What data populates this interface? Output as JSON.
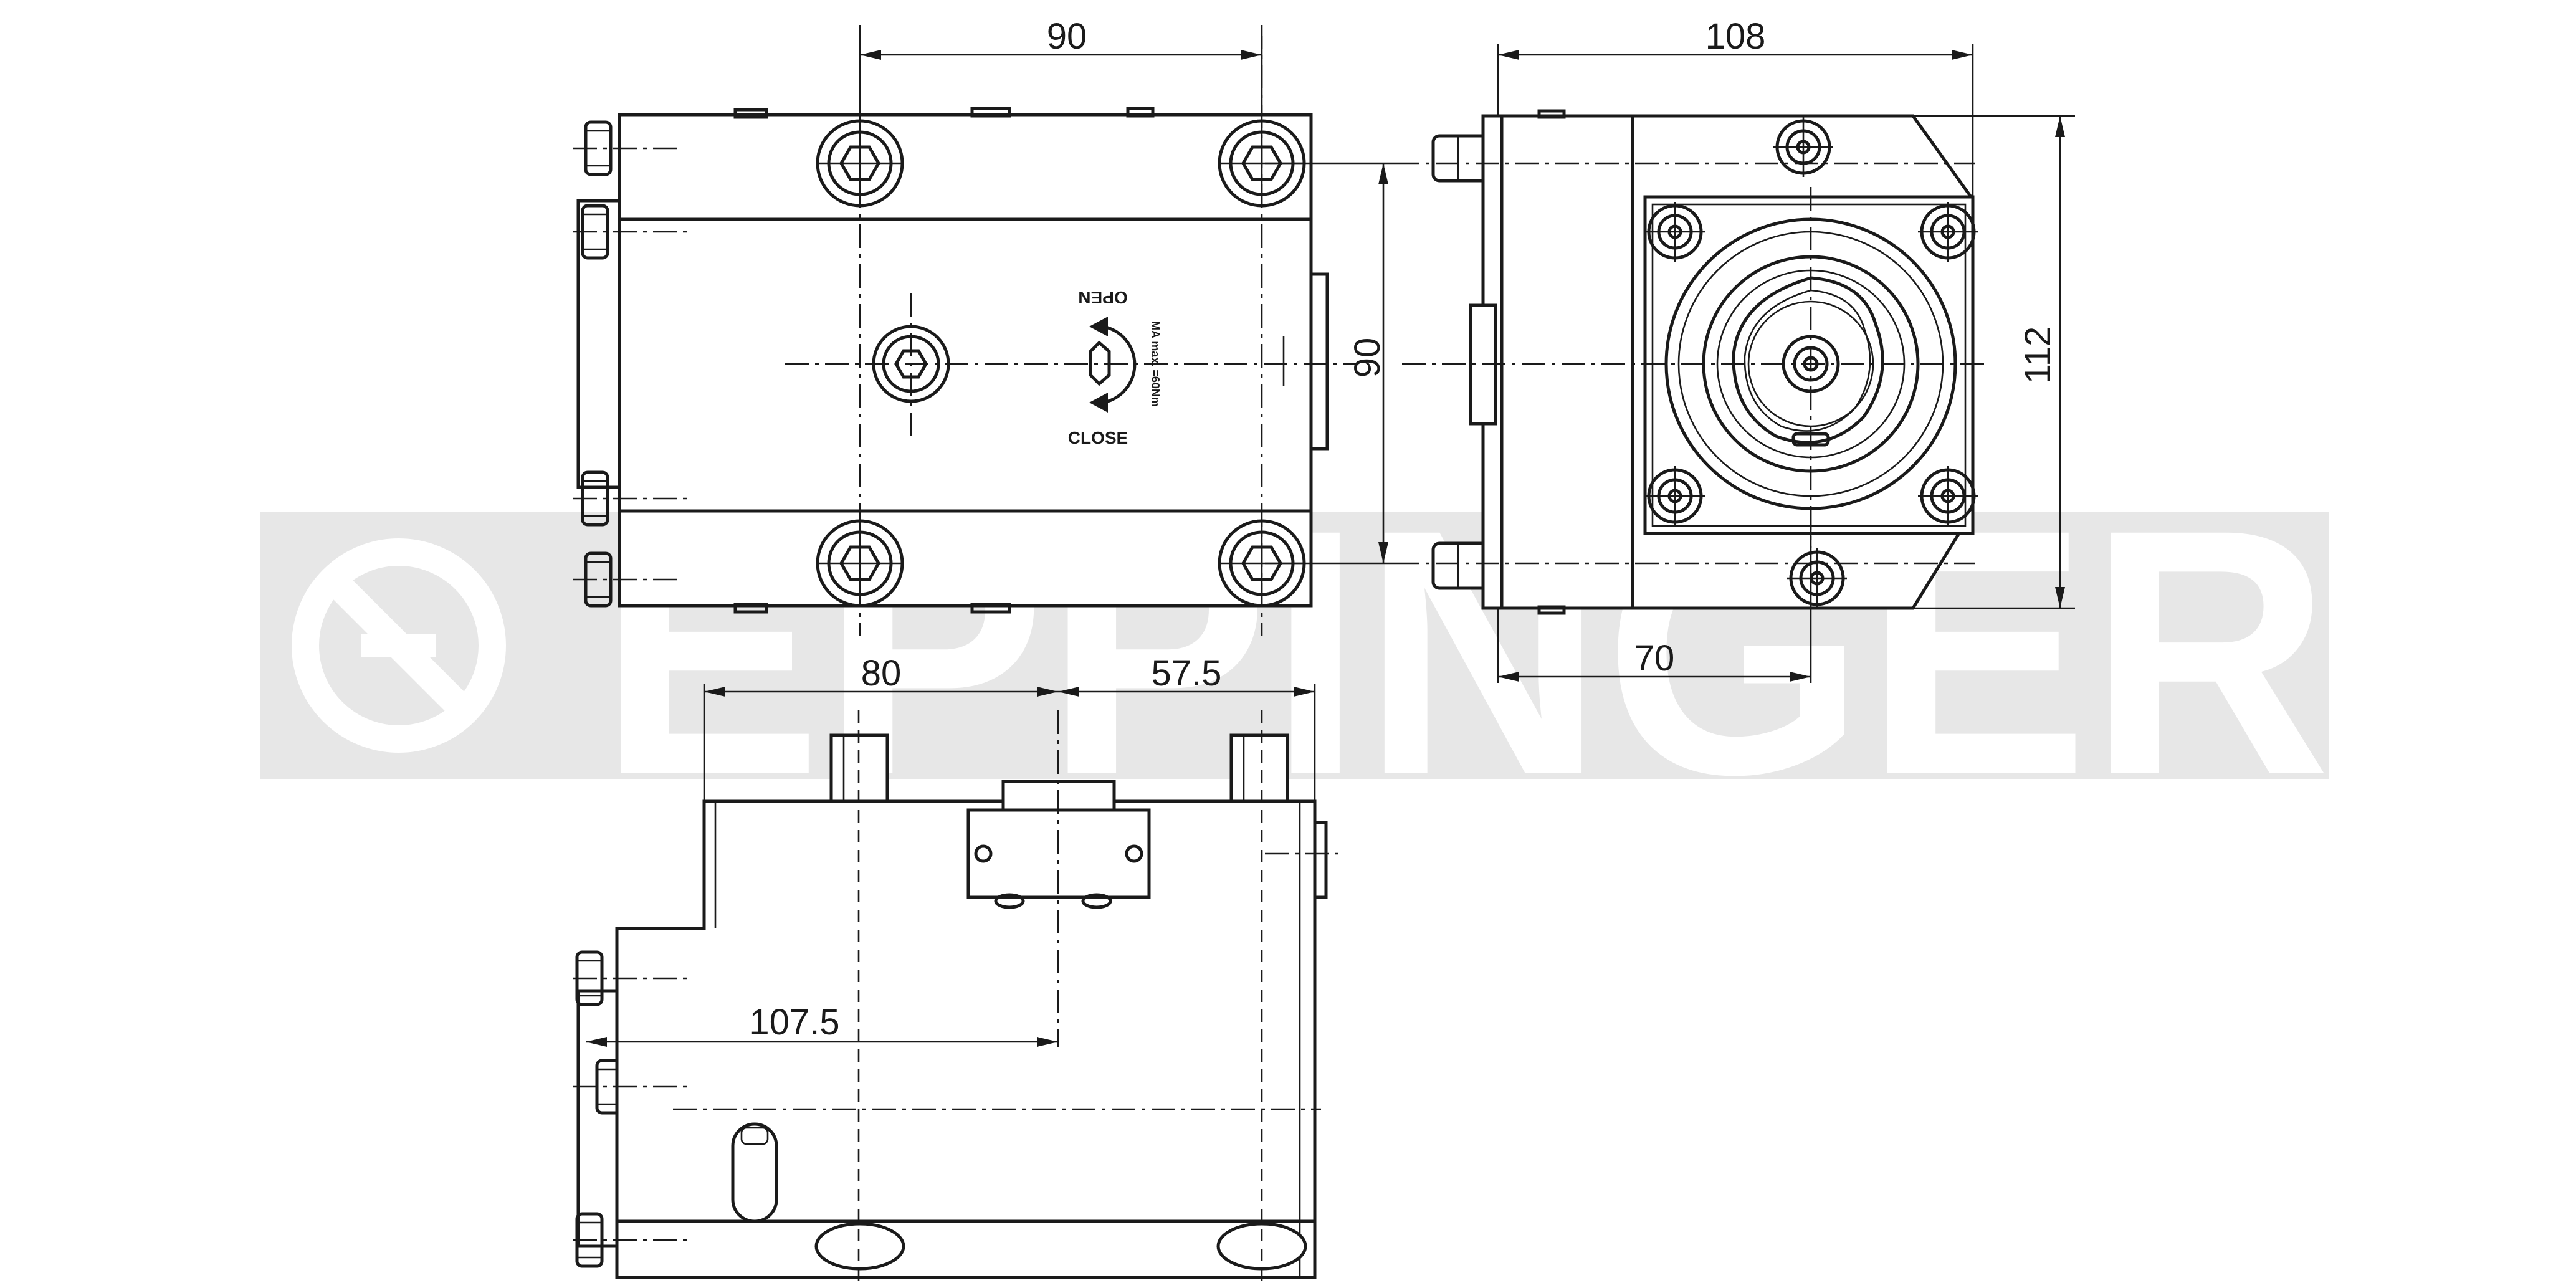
{
  "watermark": {
    "text": "EPPINGER",
    "color": "#d9d9d9"
  },
  "dimensions": {
    "top_left_width": "90",
    "top_left_height": "90",
    "top_right_width": "108",
    "top_right_height": "112",
    "top_right_offset": "70",
    "bottom_left_a": "80",
    "bottom_right_b": "57.5",
    "bottom_length": "107.5"
  },
  "labels": {
    "open": "OPEN",
    "close": "CLOSE",
    "torque": "MA max. =60Nm"
  },
  "icons": {
    "lock": "lock-direction-icon",
    "bolt": "hex-bolt-icon"
  },
  "colors": {
    "line": "#1a1a1a",
    "background": "#ffffff"
  }
}
